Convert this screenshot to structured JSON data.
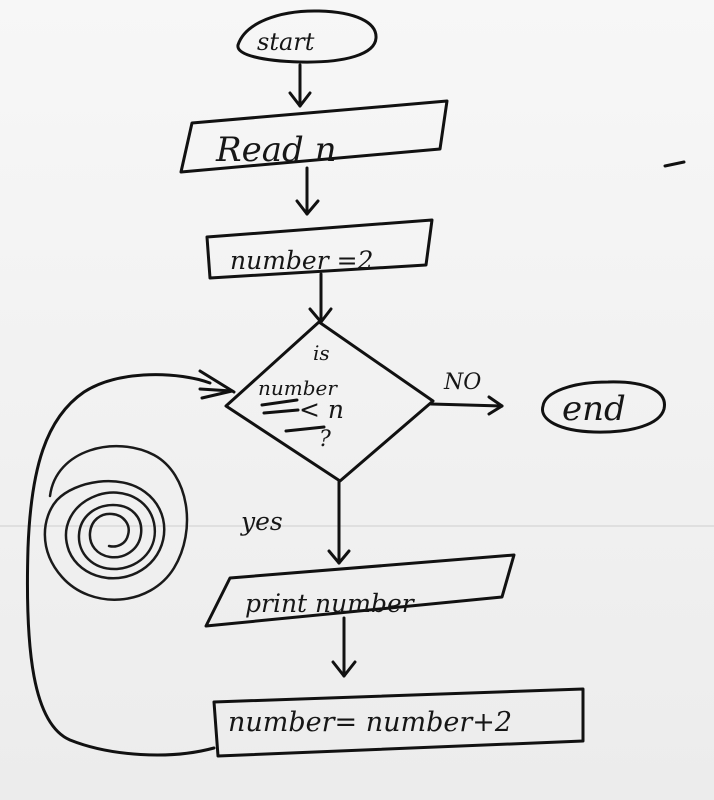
{
  "diagram": {
    "title": "",
    "nodes": {
      "start": "start",
      "read": "Read n",
      "assign": "number =2",
      "decision_top": "is",
      "decision_middle": "number",
      "decision_bottom": "< n",
      "decision_question": "?",
      "print": "print number",
      "increment": "number= number+2",
      "end": "end"
    },
    "edges": {
      "no": "NO",
      "yes": "yes"
    }
  },
  "colors": {
    "background_top": "#f5f5f5",
    "background_bottom": "#ededed",
    "ink": "#111111",
    "scan_line": "#d8d8d8"
  }
}
